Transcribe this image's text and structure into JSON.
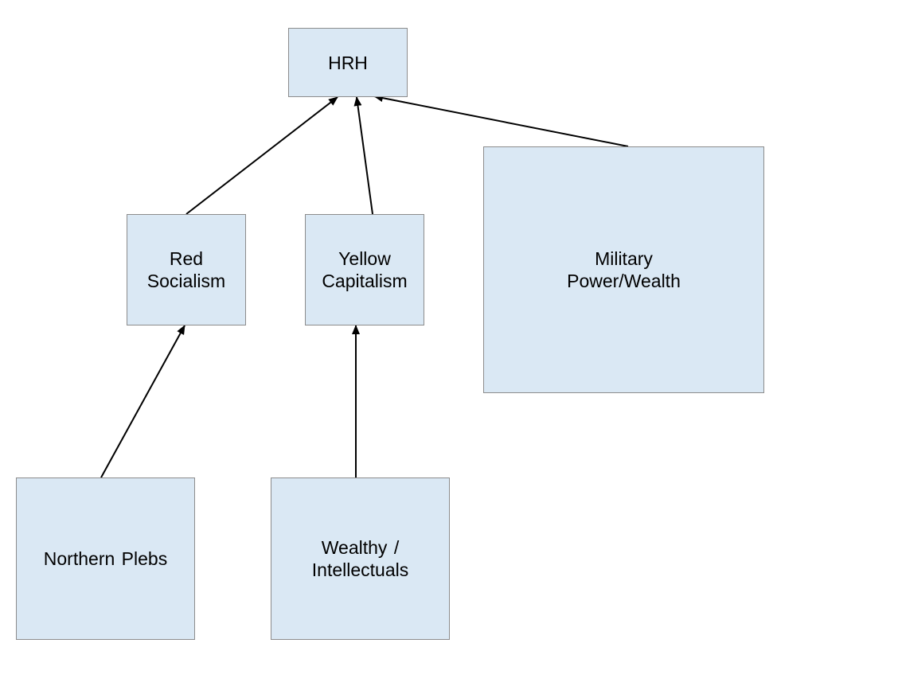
{
  "diagram": {
    "node_fill": "#dae8f4",
    "node_border": "#8c8c8c",
    "edge_color": "#000000",
    "nodes": {
      "hrh": {
        "label": "HRH"
      },
      "red_socialism": {
        "label": "Red\nSocialism"
      },
      "yellow_capitalism": {
        "label": "Yellow\nCapitalism"
      },
      "military": {
        "label": "Military\nPower/Wealth"
      },
      "northern_plebs": {
        "label": "Northern  Plebs"
      },
      "wealthy_intellectuals": {
        "label": "Wealthy /\nIntellectuals"
      }
    },
    "edges": [
      {
        "from": "red_socialism",
        "to": "hrh"
      },
      {
        "from": "yellow_capitalism",
        "to": "hrh"
      },
      {
        "from": "military",
        "to": "hrh"
      },
      {
        "from": "northern_plebs",
        "to": "red_socialism"
      },
      {
        "from": "wealthy_intellectuals",
        "to": "yellow_capitalism"
      }
    ]
  }
}
